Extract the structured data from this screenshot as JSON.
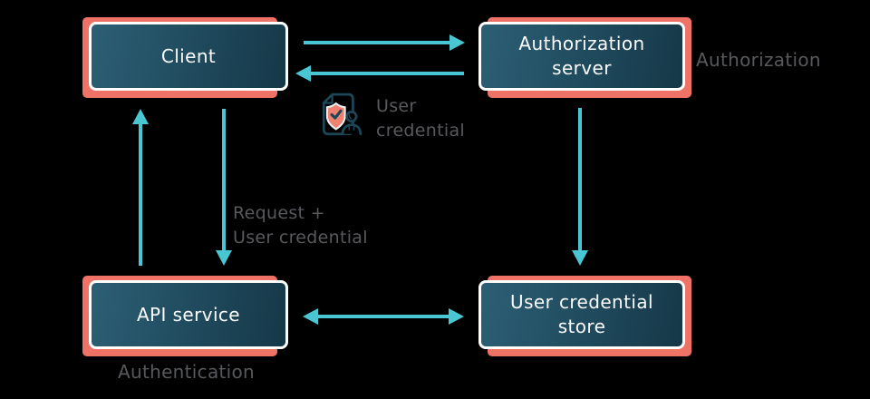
{
  "colors": {
    "background": "#000000",
    "node_fill_start": "#2c5f75",
    "node_fill_end": "#153848",
    "node_border": "#ffffff",
    "accent_salmon": "#ee7265",
    "arrow_teal": "#4ac6d2",
    "annotation_gray": "#58595d",
    "node_text": "#ffffff",
    "icon_outline": "#1d4658",
    "icon_shield": "#f0806f"
  },
  "nodes": [
    {
      "id": "client",
      "label": "Client"
    },
    {
      "id": "authorization-server",
      "label": "Authorization\nserver"
    },
    {
      "id": "api-service",
      "label": "API service"
    },
    {
      "id": "user-credential-store",
      "label": "User credential\nstore"
    }
  ],
  "edge_labels": {
    "user_credential": "User\ncredential",
    "request_plus_user_credential": "Request +\nUser credential"
  },
  "annotations": {
    "authorization": "Authorization",
    "authentication": "Authentication"
  },
  "edges": [
    {
      "from": "client",
      "to": "authorization-server",
      "direction": "right"
    },
    {
      "from": "authorization-server",
      "to": "client",
      "direction": "left",
      "label": "User credential"
    },
    {
      "from": "client",
      "to": "api-service",
      "direction": "down",
      "label": "Request + User credential"
    },
    {
      "from": "api-service",
      "to": "client",
      "direction": "up"
    },
    {
      "from": "authorization-server",
      "to": "user-credential-store",
      "direction": "down"
    },
    {
      "from": "api-service",
      "to": "user-credential-store",
      "bidirectional": true
    }
  ],
  "icons": {
    "user_credential_icon": "document-shield-user-icon"
  }
}
